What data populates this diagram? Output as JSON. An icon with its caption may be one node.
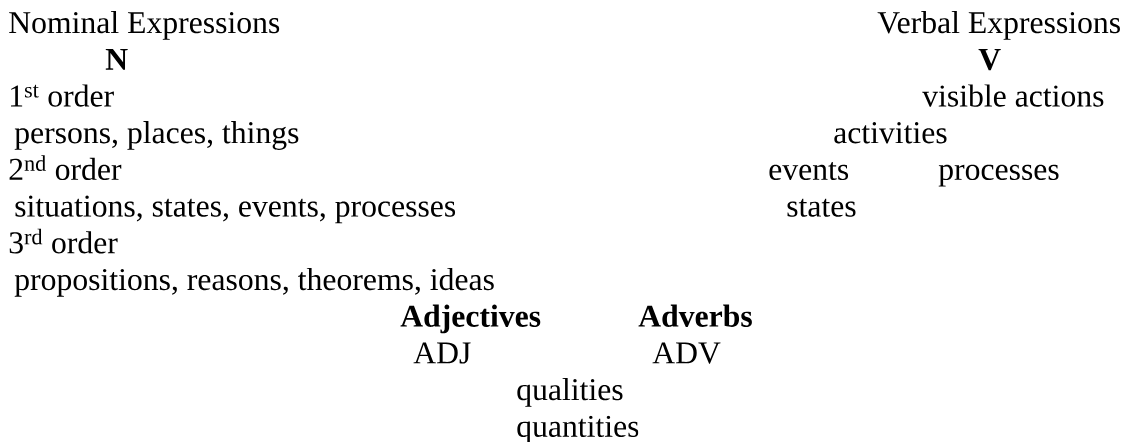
{
  "diagram": {
    "labels": [
      "Nominal Expressions",
      "Verbal Expressions",
      "N",
      "V",
      "1$^{st}$ order",
      "visible actions",
      "persons, places, things",
      "activities",
      "2$^{nd}$ order",
      "events",
      "processes",
      "situations, states, events, processes",
      "states",
      "3$^{rd}$ order",
      "propositions, reasons, theorems, ideas",
      "Adjectives",
      "Adverbs",
      "ADJ",
      "ADV",
      "qualities",
      "quantities"
    ]
  }
}
